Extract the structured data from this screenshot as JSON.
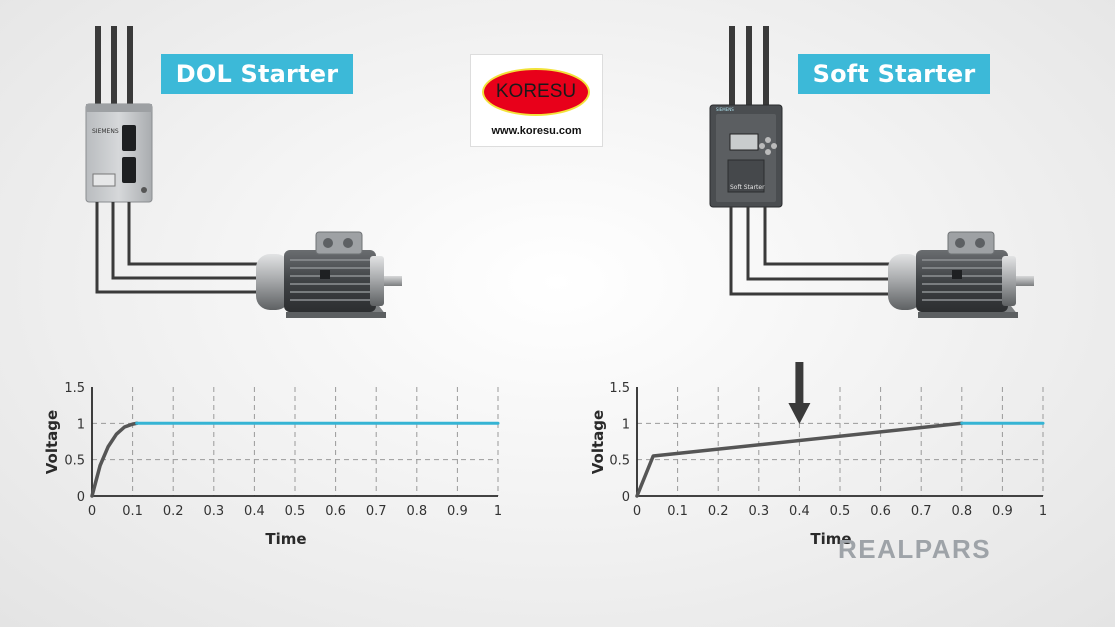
{
  "left_panel": {
    "title": "DOL Starter",
    "device_brand": "SIEMENS"
  },
  "right_panel": {
    "title": "Soft Starter",
    "device_label": "Soft Starter",
    "device_brand": "SIEMENS"
  },
  "logo": {
    "name": "KORESU",
    "url": "www.koresu.com"
  },
  "brand": "REALPARS",
  "colors": {
    "title_bg": "#3cb9d8",
    "curve_gray": "#555555",
    "steady_line": "#36b4d4",
    "grid": "#9a9a9a"
  },
  "chart_data": [
    {
      "type": "line",
      "title": "",
      "xlabel": "Time",
      "ylabel": "Voltage",
      "xlim": [
        0,
        1
      ],
      "ylim": [
        0,
        1.5
      ],
      "xticks": [
        "0",
        "0.1",
        "0.2",
        "0.3",
        "0.4",
        "0.5",
        "0.6",
        "0.7",
        "0.8",
        "0.9",
        "1"
      ],
      "yticks": [
        "0",
        "0.5",
        "1",
        "1.5"
      ],
      "grid": "dashed",
      "series": [
        {
          "color": "#555555",
          "x": [
            0,
            0.02,
            0.04,
            0.06,
            0.08,
            0.1,
            0.11
          ],
          "y": [
            0,
            0.42,
            0.68,
            0.85,
            0.95,
            0.99,
            1.0
          ]
        },
        {
          "color": "#36b4d4",
          "x": [
            0.11,
            1
          ],
          "y": [
            1.0,
            1.0
          ]
        }
      ]
    },
    {
      "type": "line",
      "title": "",
      "xlabel": "Time",
      "ylabel": "Voltage",
      "xlim": [
        0,
        1
      ],
      "ylim": [
        0,
        1.5
      ],
      "xticks": [
        "0",
        "0.1",
        "0.2",
        "0.3",
        "0.4",
        "0.5",
        "0.6",
        "0.7",
        "0.8",
        "0.9",
        "1"
      ],
      "yticks": [
        "0",
        "0.5",
        "1",
        "1.5"
      ],
      "grid": "dashed",
      "annotation": {
        "type": "arrow-down",
        "x": 0.4
      },
      "series": [
        {
          "color": "#555555",
          "x": [
            0,
            0.04,
            0.8
          ],
          "y": [
            0,
            0.55,
            1.0
          ]
        },
        {
          "color": "#36b4d4",
          "x": [
            0.8,
            1
          ],
          "y": [
            1.0,
            1.0
          ]
        }
      ]
    }
  ]
}
